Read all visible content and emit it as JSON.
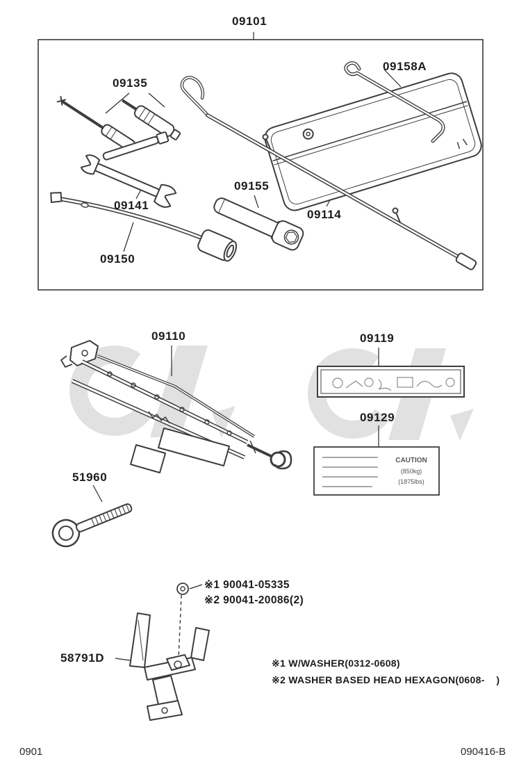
{
  "toolbox": {
    "group_label": "09101",
    "labels": {
      "screwdriver_set": "09135",
      "hook_rod": "09158A",
      "open_wrench": "09141",
      "socket_wrench": "09155",
      "jack_handle": "09114",
      "lug_wrench": "09150"
    }
  },
  "jack_area": {
    "jack": "09110",
    "instruction_label": "09119",
    "caution_label": "09129",
    "caution_line1": "CAUTION",
    "caution_line2": "(850kg)",
    "caution_line3": "(1875lbs)",
    "tow_hook": "51960"
  },
  "bracket_area": {
    "bracket": "58791D",
    "bolt_ref_1": "※1 90041-05335",
    "bolt_ref_2": "※2 90041-20086(2)",
    "footnote_1": "※1 W/WASHER(0312-0608)",
    "footnote_2": "※2 WASHER BASED HEAD HEXAGON(0608-    )"
  },
  "footer": {
    "left_code": "0901",
    "right_code": "090416-B"
  }
}
